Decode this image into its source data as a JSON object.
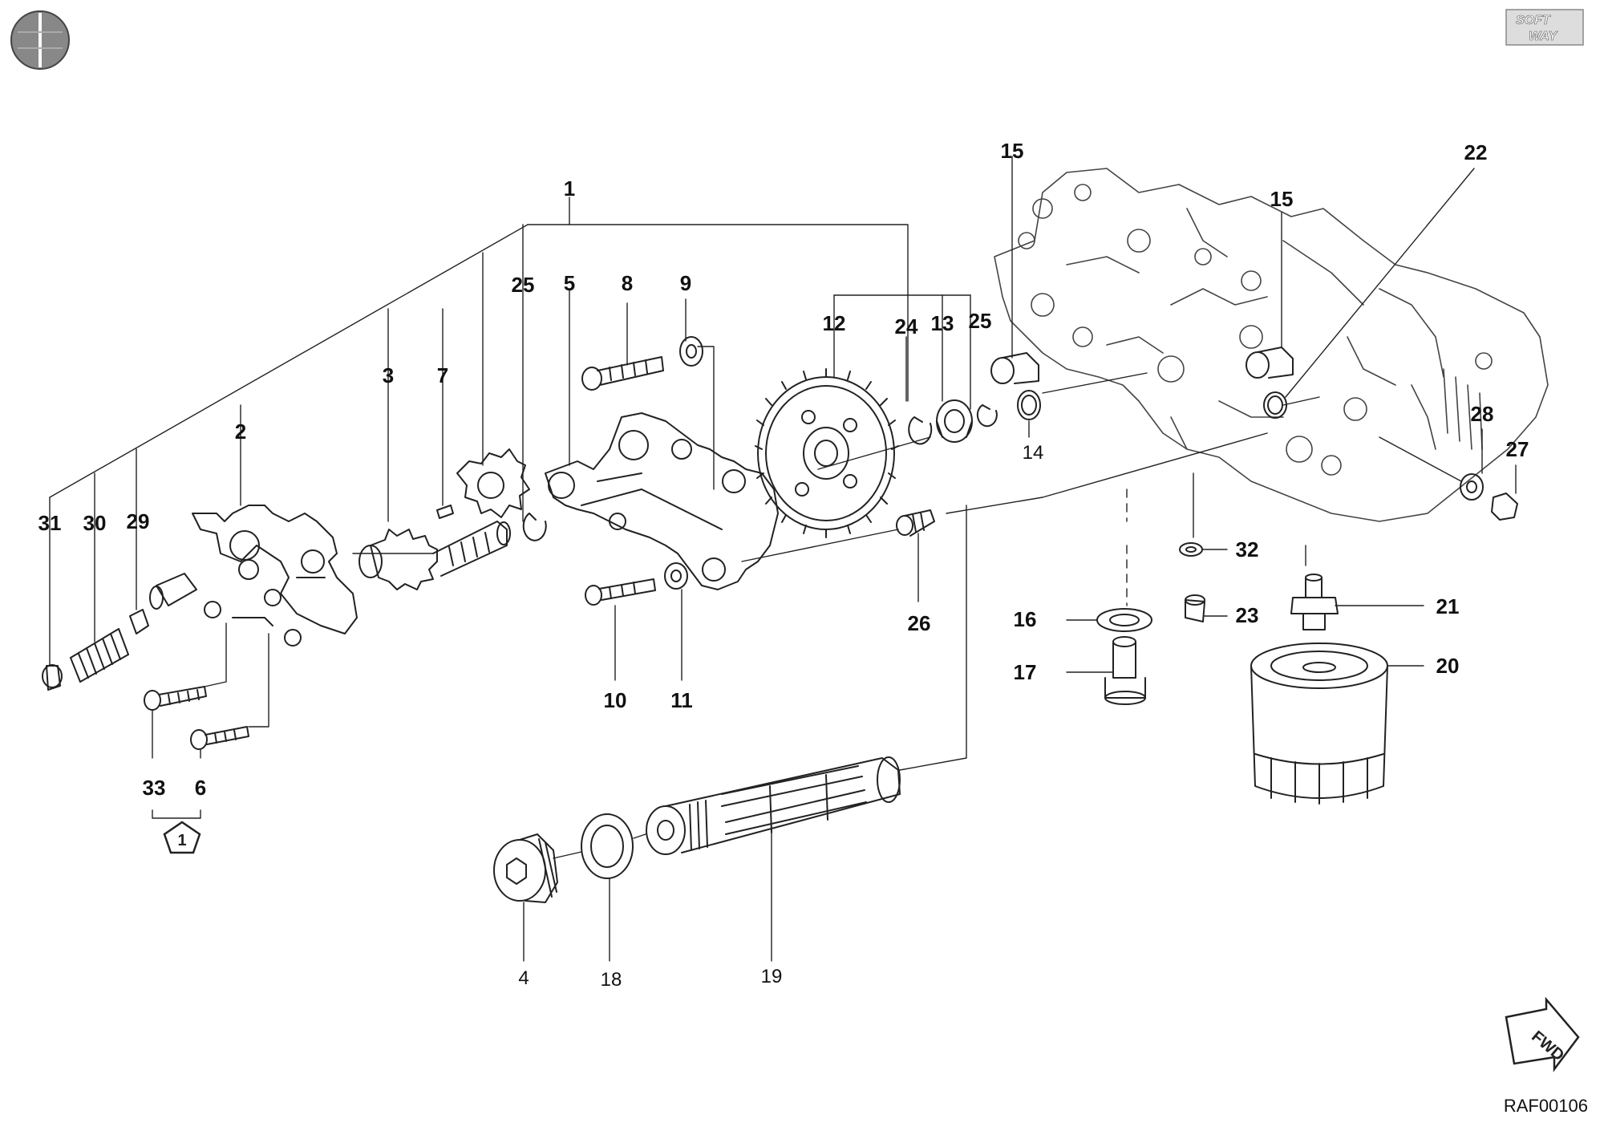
{
  "diagram": {
    "code": "RAF00106",
    "logo_text": [
      "SOFT",
      "WAY"
    ],
    "fwd_text": "FWD",
    "ref_symbol": "1",
    "labels": {
      "n1": "1",
      "n2": "2",
      "n3": "3",
      "n4": "4",
      "n5": "5",
      "n6": "6",
      "n7": "7",
      "n8": "8",
      "n9": "9",
      "n10": "10",
      "n11": "11",
      "n12": "12",
      "n13a": "13",
      "n14": "14",
      "n15a": "15",
      "n15b": "15",
      "n16": "16",
      "n17": "17",
      "n18": "18",
      "n19": "19",
      "n20": "20",
      "n21": "21",
      "n22": "22",
      "n23": "23",
      "n24": "24",
      "n25a": "25",
      "n25b": "25",
      "n26": "26",
      "n27": "27",
      "n28": "28",
      "n29": "29",
      "n30": "30",
      "n31": "31",
      "n32": "32",
      "n33": "33"
    }
  }
}
